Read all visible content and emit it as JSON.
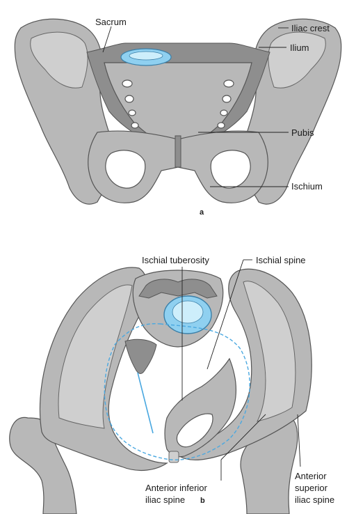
{
  "labels": {
    "sacrum": "Sacrum",
    "iliac_crest": "Iliac  crest",
    "ilium": "Ilium",
    "pubis": "Pubis",
    "ischium": "Ischium",
    "panel_a": "a",
    "ischial_tuberosity": "Ischial tuberosity",
    "ischial_spine": "Ischial spine",
    "anterior_inferior_line1": "Anterior inferior",
    "anterior_inferior_line2": "iliac spine",
    "panel_b": "b",
    "anterior_superior_line1": "Anterior",
    "anterior_superior_line2": "superior",
    "anterior_superior_line3": "iliac spine"
  },
  "colors": {
    "bone": "#b8b8b8",
    "bone_light": "#cfcfcf",
    "disc": "#8fd0f0",
    "pelvic_inlet_line": "#4aa8e0"
  }
}
